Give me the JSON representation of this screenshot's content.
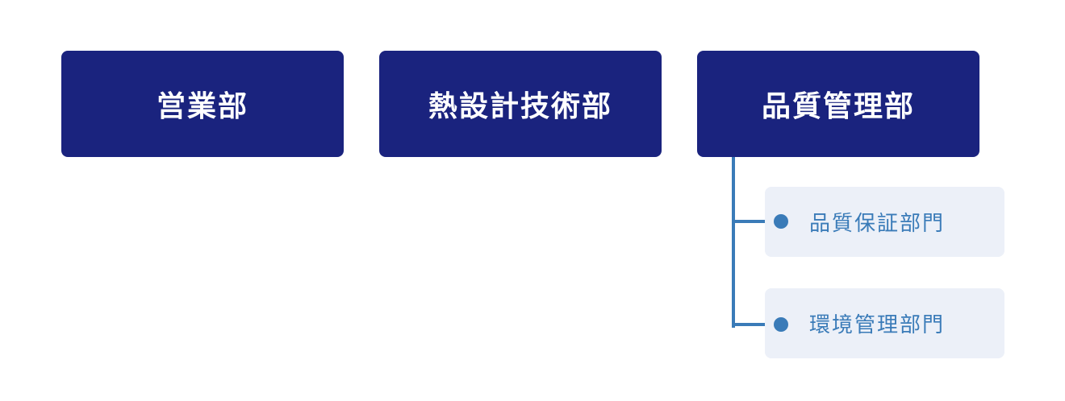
{
  "colors": {
    "department_bg": "#1a237e",
    "department_text": "#ffffff",
    "subunit_bg": "#ecf0f8",
    "subunit_text": "#3a7bb8",
    "connector": "#3a7bb8"
  },
  "departments": [
    {
      "label": "営業部"
    },
    {
      "label": "熱設計技術部"
    },
    {
      "label": "品質管理部"
    }
  ],
  "subunits": [
    {
      "label": "品質保証部門"
    },
    {
      "label": "環境管理部門"
    }
  ]
}
